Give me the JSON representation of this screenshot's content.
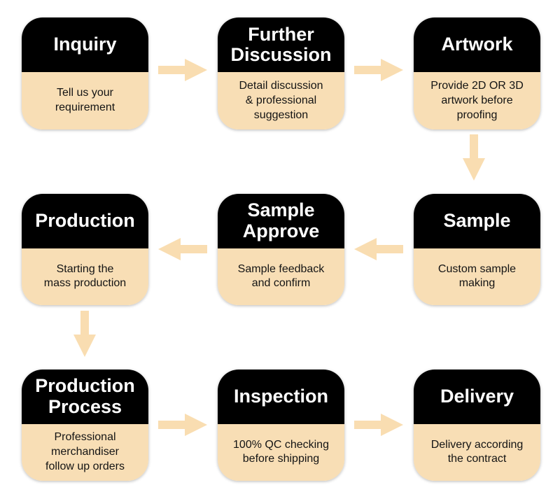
{
  "diagram": {
    "type": "process-flowchart",
    "grid": "3x3",
    "colors": {
      "background": "#FFFFFF",
      "card_header_bg": "#000000",
      "card_title_text": "#FFFFFF",
      "card_body_bg": "#F8DEB5",
      "card_body_text": "#141414",
      "arrow_fill": "#F9DDB1"
    },
    "cards": [
      {
        "id": "inquiry",
        "title": "Inquiry",
        "description": "Tell us your\nrequirement"
      },
      {
        "id": "further-discussion",
        "title": "Further\nDiscussion",
        "description": "Detail discussion\n& professional\nsuggestion"
      },
      {
        "id": "artwork",
        "title": "Artwork",
        "description": "Provide 2D OR 3D\nartwork before\nproofing"
      },
      {
        "id": "production",
        "title": "Production",
        "description": "Starting the\nmass production"
      },
      {
        "id": "sample-approve",
        "title": "Sample\nApprove",
        "description": "Sample feedback\nand confirm"
      },
      {
        "id": "sample",
        "title": "Sample",
        "description": "Custom sample\nmaking"
      },
      {
        "id": "production-process",
        "title": "Production\nProcess",
        "description": "Professional\nmerchandiser\nfollow up orders"
      },
      {
        "id": "inspection",
        "title": "Inspection",
        "description": "100% QC checking\nbefore shipping"
      },
      {
        "id": "delivery",
        "title": "Delivery",
        "description": "Delivery according\nthe contract"
      }
    ],
    "arrows": [
      {
        "direction": "right",
        "from": "inquiry",
        "to": "further-discussion"
      },
      {
        "direction": "right",
        "from": "further-discussion",
        "to": "artwork"
      },
      {
        "direction": "down",
        "from": "artwork",
        "to": "sample"
      },
      {
        "direction": "left",
        "from": "sample",
        "to": "sample-approve"
      },
      {
        "direction": "left",
        "from": "sample-approve",
        "to": "production"
      },
      {
        "direction": "down",
        "from": "production",
        "to": "production-process"
      },
      {
        "direction": "right",
        "from": "production-process",
        "to": "inspection"
      },
      {
        "direction": "right",
        "from": "inspection",
        "to": "delivery"
      }
    ]
  }
}
